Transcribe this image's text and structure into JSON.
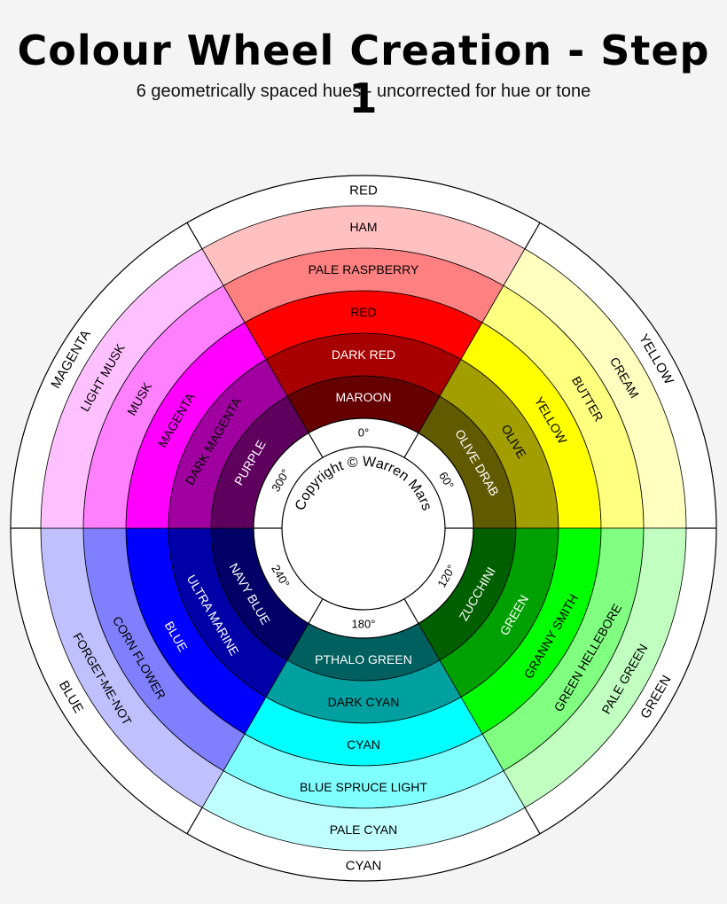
{
  "header": {
    "title": "Colour Wheel Creation - Step 1",
    "subtitle": "6 geometrically spaced hues - uncorrected for hue or tone"
  },
  "center": {
    "copyright": "Copyright © Warren Mars"
  },
  "degree_labels": [
    "0°",
    "60°",
    "120°",
    "180°",
    "240°",
    "300°"
  ],
  "outer_labels": [
    "RED",
    "YELLOW",
    "GREEN",
    "CYAN",
    "BLUE",
    "MAGENTA"
  ],
  "sectors": [
    {
      "hue": "red",
      "rings": [
        {
          "label": "MAROON",
          "color": "#660000",
          "text_color": "#ffffff"
        },
        {
          "label": "DARK RED",
          "color": "#a80000",
          "text_color": "#ffffff"
        },
        {
          "label": "RED",
          "color": "#ff0000",
          "text_color": "#000000"
        },
        {
          "label": "PALE RASPBERRY",
          "color": "#ff8080",
          "text_color": "#000000"
        },
        {
          "label": "HAM",
          "color": "#ffc0c0",
          "text_color": "#000000"
        }
      ]
    },
    {
      "hue": "yellow",
      "rings": [
        {
          "label": "OLIVE DRAB",
          "color": "#615a00",
          "text_color": "#ffffff"
        },
        {
          "label": "OLIVE",
          "color": "#a29e00",
          "text_color": "#000000"
        },
        {
          "label": "YELLOW",
          "color": "#ffff00",
          "text_color": "#000000"
        },
        {
          "label": "BUTTER",
          "color": "#ffff80",
          "text_color": "#000000"
        },
        {
          "label": "CREAM",
          "color": "#ffffc0",
          "text_color": "#000000"
        }
      ]
    },
    {
      "hue": "green",
      "rings": [
        {
          "label": "ZUCCHINI",
          "color": "#006000",
          "text_color": "#ffffff"
        },
        {
          "label": "GREEN",
          "color": "#00a000",
          "text_color": "#ffffff"
        },
        {
          "label": "GRANNY SMITH",
          "color": "#00ff00",
          "text_color": "#000000"
        },
        {
          "label": "GREEN HELLEBORE",
          "color": "#80ff80",
          "text_color": "#000000"
        },
        {
          "label": "PALE GREEN",
          "color": "#c0ffc0",
          "text_color": "#000000"
        }
      ]
    },
    {
      "hue": "cyan",
      "rings": [
        {
          "label": "PTHALO GREEN",
          "color": "#005f5f",
          "text_color": "#ffffff"
        },
        {
          "label": "DARK CYAN",
          "color": "#00a0a0",
          "text_color": "#000000"
        },
        {
          "label": "CYAN",
          "color": "#00ffff",
          "text_color": "#000000"
        },
        {
          "label": "BLUE SPRUCE LIGHT",
          "color": "#80ffff",
          "text_color": "#000000"
        },
        {
          "label": "PALE CYAN",
          "color": "#c0ffff",
          "text_color": "#000000"
        }
      ]
    },
    {
      "hue": "blue",
      "rings": [
        {
          "label": "NAVY BLUE",
          "color": "#000066",
          "text_color": "#ffffff"
        },
        {
          "label": "ULTRA MARINE",
          "color": "#0000a8",
          "text_color": "#ffffff"
        },
        {
          "label": "BLUE",
          "color": "#0000ff",
          "text_color": "#ffffff"
        },
        {
          "label": "CORN FLOWER",
          "color": "#8080ff",
          "text_color": "#000000"
        },
        {
          "label": "FORGET-ME-NOT",
          "color": "#c0c0ff",
          "text_color": "#000000"
        }
      ]
    },
    {
      "hue": "magenta",
      "rings": [
        {
          "label": "PURPLE",
          "color": "#5f005f",
          "text_color": "#ffffff"
        },
        {
          "label": "DARK MAGENTA",
          "color": "#a000a0",
          "text_color": "#000000"
        },
        {
          "label": "MAGENTA",
          "color": "#ff00ff",
          "text_color": "#000000"
        },
        {
          "label": "MUSK",
          "color": "#ff80ff",
          "text_color": "#000000"
        },
        {
          "label": "LIGHT MUSK",
          "color": "#ffc0ff",
          "text_color": "#000000"
        }
      ]
    }
  ],
  "colors": {
    "background": "#f4f4f4",
    "outline": "#000000",
    "inner_disc": "#ffffff",
    "outer_ring": "#ffffff"
  }
}
